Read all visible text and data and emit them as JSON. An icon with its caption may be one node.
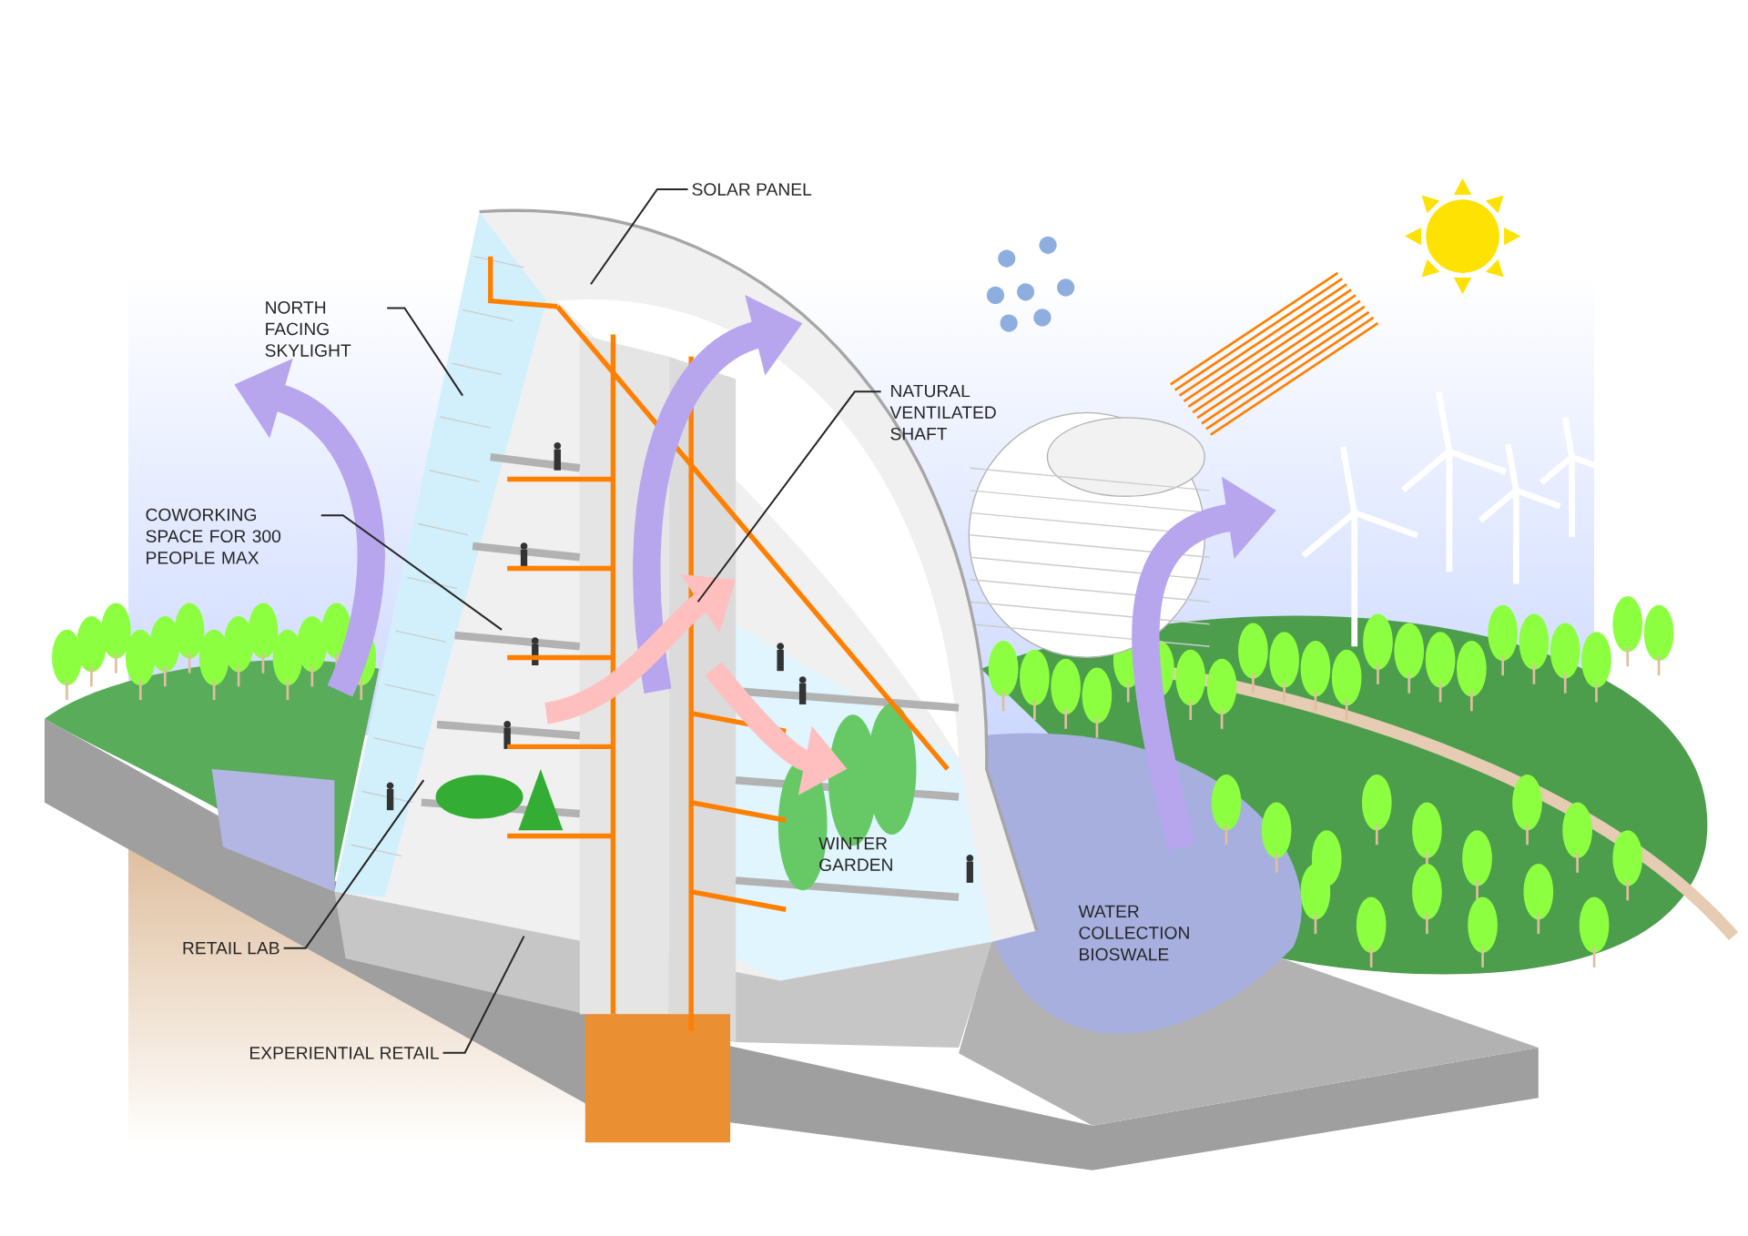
{
  "diagram": {
    "nodes": [
      {
        "text": [
          "SOLAR PANEL"
        ]
      },
      {
        "text": [
          "NORTH FACING SKYLIGHT"
        ]
      },
      {
        "text": [
          "NATURAL VENTILATED SHAFT"
        ]
      },
      {
        "text": [
          "COWORKING SPACE FOR 300 PEOPLE MAX"
        ]
      },
      {
        "text": [
          "RETAIL LAB"
        ]
      },
      {
        "text": [
          "EXPERIENTIAL RETAIL"
        ]
      }
    ],
    "edges": [
      {
        "from": 0,
        "to": null,
        "arrow": "none"
      },
      {
        "from": 1,
        "to": null,
        "arrow": "none"
      },
      {
        "from": 2,
        "to": null,
        "arrow": "none"
      },
      {
        "from": 3,
        "to": null,
        "arrow": "none"
      },
      {
        "from": 4,
        "to": null,
        "arrow": "none"
      },
      {
        "from": 5,
        "to": null,
        "arrow": "none"
      }
    ],
    "labels": [
      "WINTER GARDEN",
      "WATER COLLECTION BIOSWALE"
    ]
  }
}
